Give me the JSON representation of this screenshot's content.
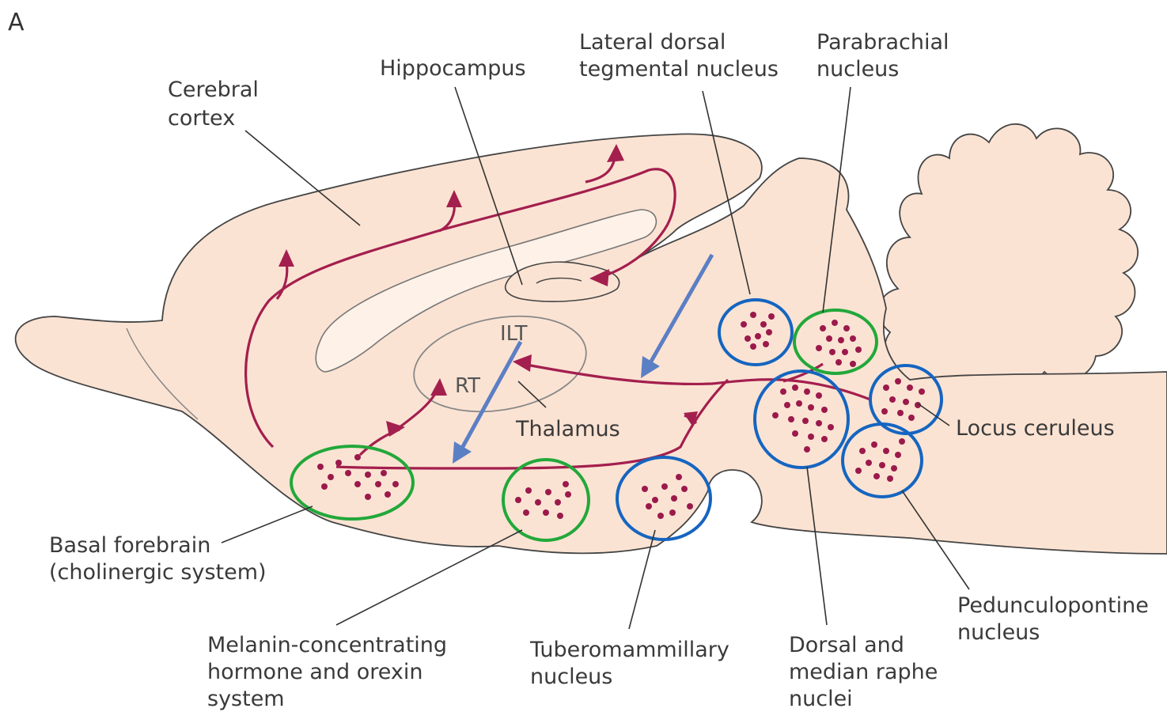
{
  "panel_label": "A",
  "labels": {
    "cerebral_cortex": [
      "Cerebral",
      "cortex"
    ],
    "hippocampus": "Hippocampus",
    "lateral_dorsal": [
      "Lateral dorsal",
      "tegmental nucleus"
    ],
    "parabrachial": [
      "Parabrachial",
      "nucleus"
    ],
    "ilt": "ILT",
    "rt": "RT",
    "thalamus": "Thalamus",
    "locus_ceruleus": "Locus ceruleus",
    "basal_forebrain": [
      "Basal forebrain",
      "(cholinergic system)"
    ],
    "melanin": [
      "Melanin-concentrating",
      "hormone and orexin",
      "system"
    ],
    "tuberomammillary": [
      "Tuberomammillary",
      "nucleus"
    ],
    "raphe": [
      "Dorsal and",
      "median raphe",
      "nuclei"
    ],
    "pedunculopontine": [
      "Pedunculopontine",
      "nucleus"
    ]
  },
  "colors": {
    "tissue": "#fbe3d3",
    "pathway": "#a31f4e",
    "ring_green": "#22a83a",
    "ring_blue": "#1565c0",
    "annotation_arrow": "#5b7fc4"
  }
}
